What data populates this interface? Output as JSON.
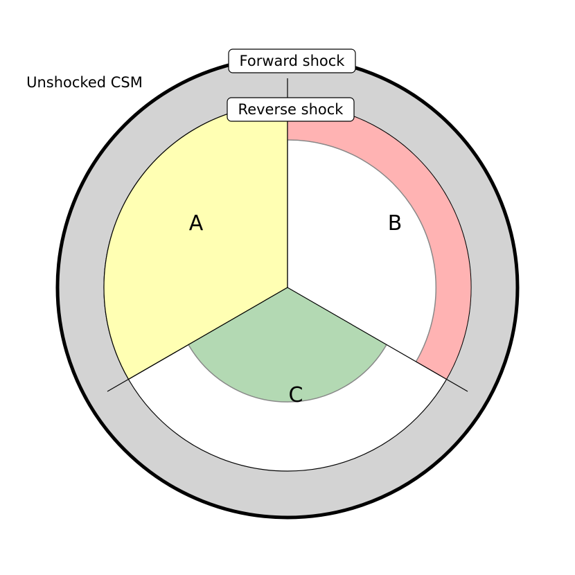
{
  "diagram": {
    "outer_region_label": "Unshocked CSM",
    "forward_shock_label": "Forward shock",
    "reverse_shock_label": "Reverse shock",
    "sectors": [
      {
        "id": "A",
        "label": "A",
        "color": "#ffffb3"
      },
      {
        "id": "B",
        "label": "B",
        "color": "#ffb3b3"
      },
      {
        "id": "C",
        "label": "C",
        "color": "#b3d9b3"
      }
    ],
    "colors": {
      "unshocked_csm": "#d3d3d3",
      "shocked_shell": "#ffffff",
      "boundary": "#000000"
    }
  }
}
